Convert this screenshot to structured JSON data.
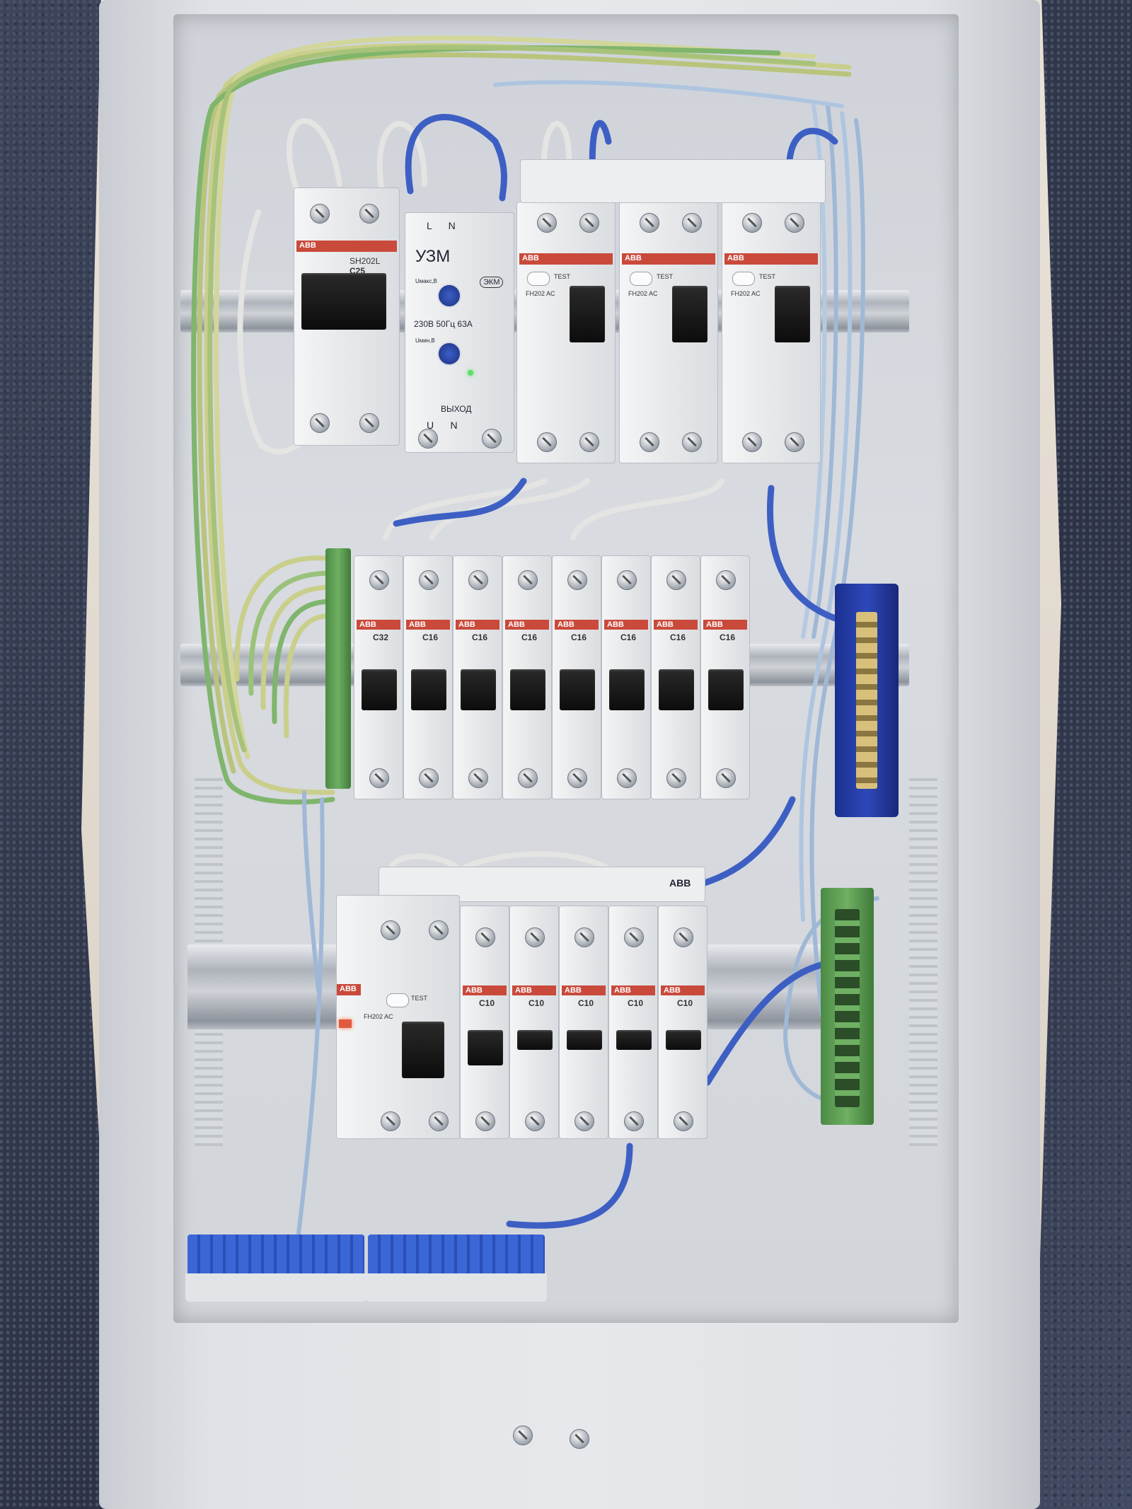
{
  "scene": {
    "colors": {
      "wire_yellow_green": "#c9cf8a",
      "wire_blue": "#3d5fc4",
      "wire_light_blue": "#9fb8d6",
      "wire_grey": "#e4e4e2",
      "abs_red": "#c94a3b",
      "busbar_green": "#5e9f53",
      "terminal_blue": "#3b66d6"
    }
  },
  "row1": {
    "main_breaker": {
      "brand": "ABB",
      "model": "SH202L",
      "rating": "C25"
    },
    "uzm": {
      "title": "УЗМ",
      "terminals_in": "L      N",
      "brand": "ЭКМ",
      "umax_label": "Uмакс,В",
      "umin_label": "Uмин,В",
      "spec": "230В 50Гц 63А",
      "out_label": "ВЫХОД",
      "terminals_out": "U      N"
    },
    "rcbos": [
      {
        "brand": "ABB",
        "test": "TEST",
        "model": "FH202 AC"
      },
      {
        "brand": "ABB",
        "test": "TEST",
        "model": "FH202 AC"
      },
      {
        "brand": "ABB",
        "test": "TEST",
        "model": "FH202 AC"
      }
    ]
  },
  "row2": {
    "breakers": [
      {
        "brand": "ABB",
        "rating": "C32"
      },
      {
        "brand": "ABB",
        "rating": "C16"
      },
      {
        "brand": "ABB",
        "rating": "C16"
      },
      {
        "brand": "ABB",
        "rating": "C16"
      },
      {
        "brand": "ABB",
        "rating": "C16"
      },
      {
        "brand": "ABB",
        "rating": "C16"
      },
      {
        "brand": "ABB",
        "rating": "C16"
      },
      {
        "brand": "ABB",
        "rating": "C16"
      }
    ]
  },
  "row3": {
    "rcbo": {
      "brand": "ABB",
      "test": "TEST",
      "model": "FH202 AC"
    },
    "busbar_brand": "ABB",
    "breakers": [
      {
        "brand": "ABB",
        "rating": "C10"
      },
      {
        "brand": "ABB",
        "rating": "C10"
      },
      {
        "brand": "ABB",
        "rating": "C10"
      },
      {
        "brand": "ABB",
        "rating": "C10"
      },
      {
        "brand": "ABB",
        "rating": "C10"
      }
    ]
  }
}
